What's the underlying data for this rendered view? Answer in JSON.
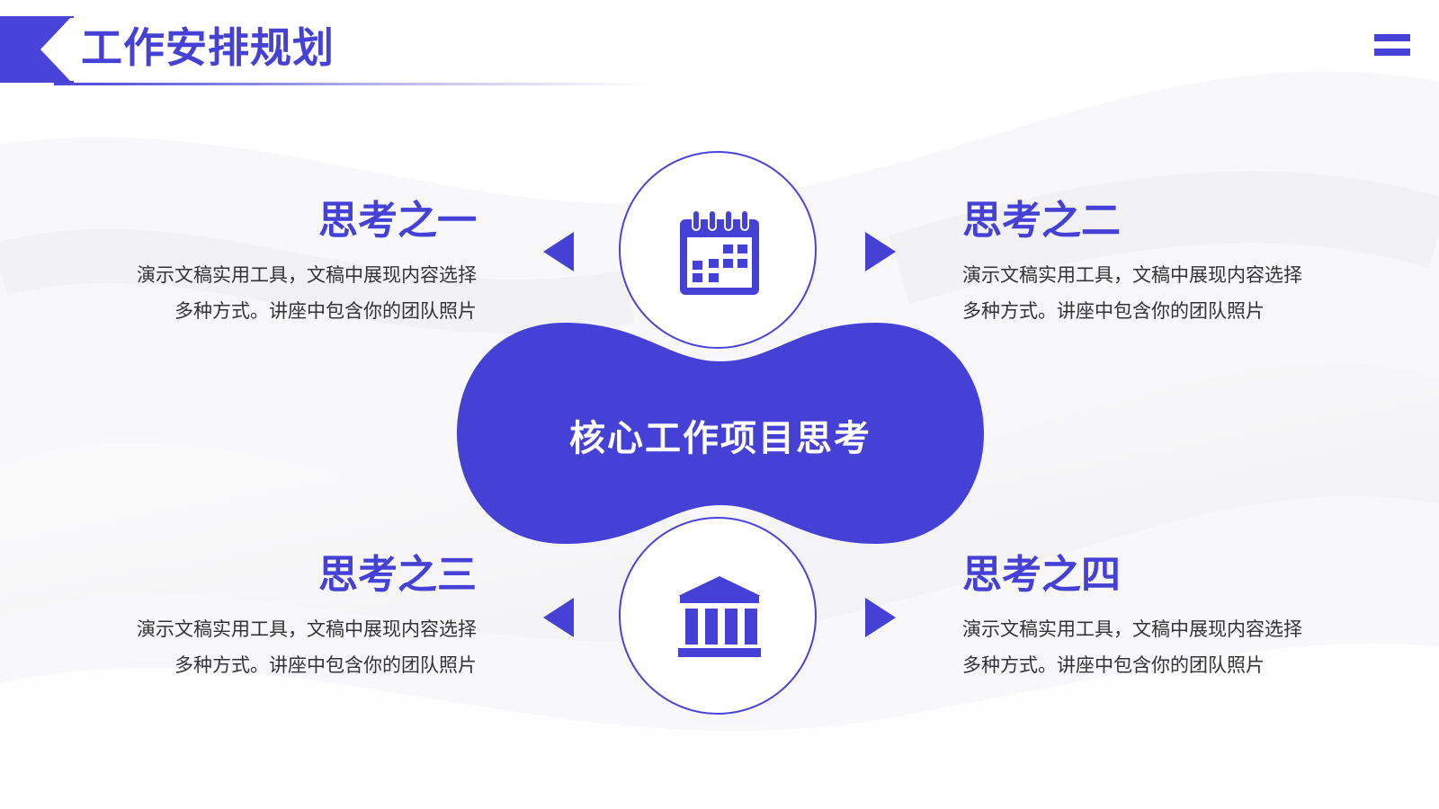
{
  "header": {
    "title": "工作安排规划"
  },
  "colors": {
    "accent": "#4a43d9",
    "background": "#f7f7f9"
  },
  "icons": {
    "menu": "menu-icon",
    "top_circle": "calendar-icon",
    "bottom_circle": "bank-icon"
  },
  "center": {
    "label": "核心工作项目思考"
  },
  "items": [
    {
      "title": "思考之一",
      "line1": "演示文稿实用工具，文稿中展现内容选择",
      "line2": "多种方式。讲座中包含你的团队照片"
    },
    {
      "title": "思考之二",
      "line1": "演示文稿实用工具，文稿中展现内容选择",
      "line2": "多种方式。讲座中包含你的团队照片"
    },
    {
      "title": "思考之三",
      "line1": "演示文稿实用工具，文稿中展现内容选择",
      "line2": "多种方式。讲座中包含你的团队照片"
    },
    {
      "title": "思考之四",
      "line1": "演示文稿实用工具，文稿中展现内容选择",
      "line2": "多种方式。讲座中包含你的团队照片"
    }
  ]
}
